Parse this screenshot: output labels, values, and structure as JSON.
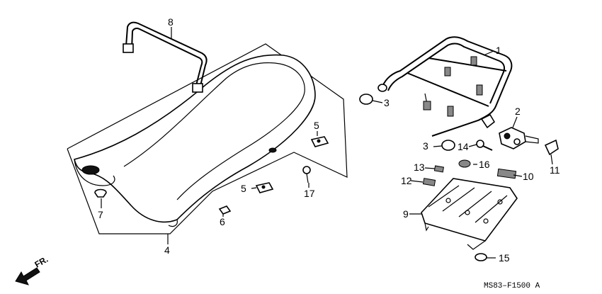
{
  "callouts": {
    "p1": "1",
    "p2": "2",
    "p3a": "3",
    "p3b": "3",
    "p4": "4",
    "p5a": "5",
    "p5b": "5",
    "p6": "6",
    "p7": "7",
    "p8": "8",
    "p9": "9",
    "p10": "10",
    "p11": "11",
    "p12": "12",
    "p13": "13",
    "p14": "14",
    "p15": "15",
    "p16": "16",
    "p17": "17"
  },
  "direction_label": "FR.",
  "diagram_code": "MS83–F1500 A"
}
